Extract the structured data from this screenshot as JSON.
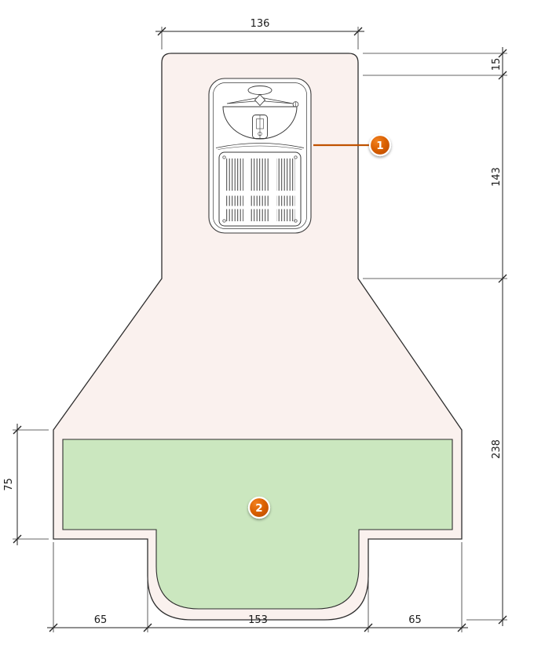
{
  "drawing": {
    "dimensions": {
      "top_width": "136",
      "right_offset": "15",
      "right_fixture_depth": "143",
      "right_clearance_depth": "238",
      "left_depth": "75",
      "bottom_left": "65",
      "bottom_center": "153",
      "bottom_right": "65"
    },
    "callouts": [
      {
        "number": "1"
      },
      {
        "number": "2"
      }
    ],
    "colors": {
      "zone_fill": "#FAF1EE",
      "clearance_fill": "#CBE7BF",
      "outline": "#2E2E2E",
      "dimension_line": "#222222",
      "callout_fill": "#D35400",
      "callout_leader": "#C05200"
    }
  }
}
